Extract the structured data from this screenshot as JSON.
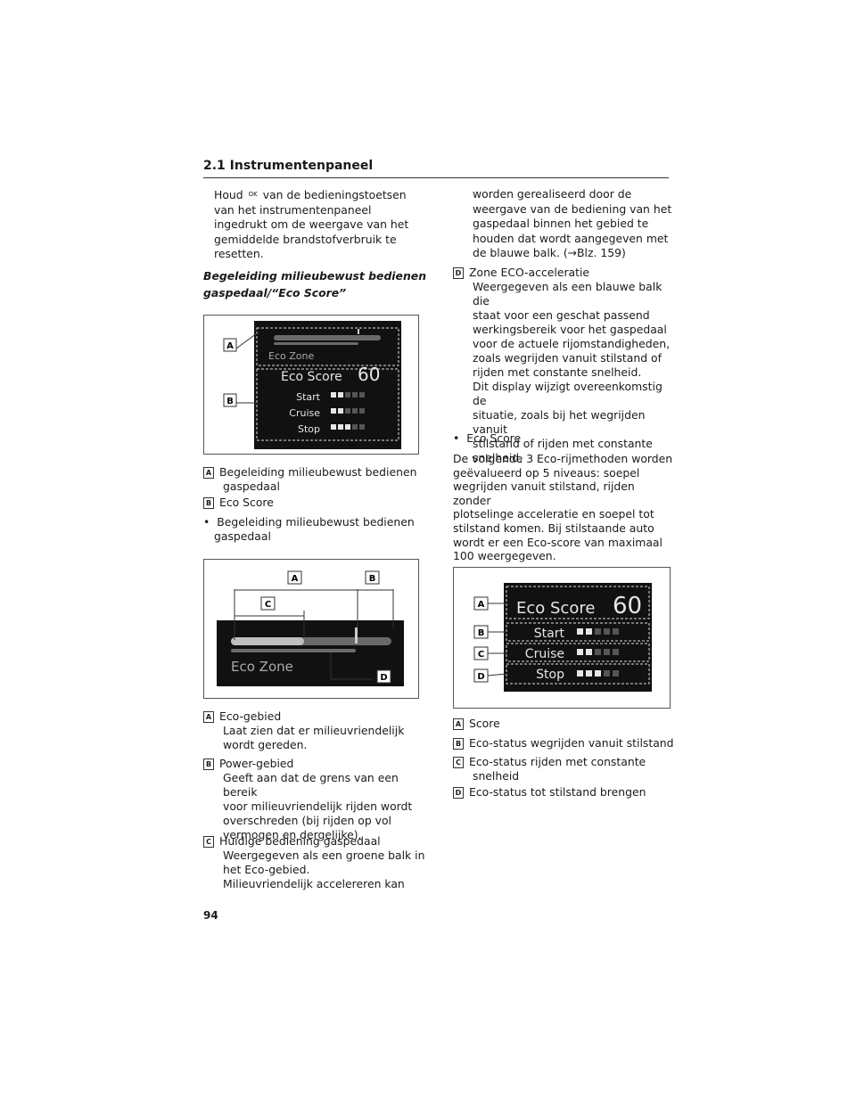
{
  "header": {
    "section_title": "2.1 Instrumentenpaneel"
  },
  "left": {
    "intro_pre": "Houd",
    "ok_label": "OK",
    "intro_lines": [
      "van de bedieningstoetsen",
      "van het instrumentenpaneel",
      "ingedrukt om de weergave van het",
      "gemiddelde brandstofverbruik te",
      "resetten."
    ],
    "heading_lines": [
      "Begeleiding milieubewust bedienen",
      "gaspedaal/“Eco Score”"
    ],
    "figure1": {
      "callouts": [
        "A",
        "B"
      ],
      "eco_zone_label": "Eco Zone",
      "eco_score_label": "Eco Score",
      "eco_score_value": "60",
      "rows": [
        "Start",
        "Cruise",
        "Stop"
      ]
    },
    "legend1": [
      {
        "tag": "A",
        "lines": [
          "Begeleiding milieubewust bedienen",
          "gaspedaal"
        ]
      },
      {
        "tag": "B",
        "lines": [
          "Eco Score"
        ]
      }
    ],
    "bullet1": {
      "marker": "•",
      "lines": [
        "Begeleiding milieubewust bedienen",
        "gaspedaal"
      ]
    },
    "figure2": {
      "callouts": [
        "A",
        "B",
        "C",
        "D"
      ],
      "eco_zone_label": "Eco Zone"
    },
    "legend2": [
      {
        "tag": "A",
        "lines": [
          "Eco-gebied",
          "Laat zien dat er milieuvriendelijk",
          "wordt gereden."
        ]
      },
      {
        "tag": "B",
        "lines": [
          "Power-gebied",
          "Geeft aan dat de grens van een bereik",
          "voor milieuvriendelijk rijden wordt",
          "overschreden (bij rijden op vol",
          "vermogen en dergelijke)."
        ]
      },
      {
        "tag": "C",
        "lines": [
          "Huidige bediening gaspedaal",
          "Weergegeven als een groene balk in",
          "het Eco-gebied.",
          "Milieuvriendelijk accelereren kan"
        ]
      }
    ]
  },
  "right": {
    "continuation_lines": [
      "worden gerealiseerd door de",
      "weergave van de bediening van het",
      "gaspedaal binnen het gebied te",
      "houden dat wordt aangegeven met",
      "de blauwe balk. (→Blz. 159)"
    ],
    "item_d": {
      "tag": "D",
      "lines": [
        "Zone ECO-acceleratie",
        "Weergegeven als een blauwe balk die",
        "staat voor een geschat passend",
        "werkingsbereik voor het gaspedaal",
        "voor de actuele rijomstandigheden,",
        "zoals wegrijden vanuit stilstand of",
        "rijden met constante snelheid.",
        "Dit display wijzigt overeenkomstig de",
        "situatie, zoals bij het wegrijden vanuit",
        "stilstand of rijden met constante",
        "snelheid."
      ]
    },
    "bullet2": {
      "marker": "•",
      "text": "Eco Score"
    },
    "paragraph_lines": [
      "De volgende 3 Eco-rijmethoden worden",
      "geëvalueerd op 5 niveaus: soepel",
      "wegrijden vanuit stilstand, rijden zonder",
      "plotselinge acceleratie en soepel tot",
      "stilstand komen. Bij stilstaande auto",
      "wordt er een Eco-score van maximaal",
      "100 weergegeven."
    ],
    "figure3": {
      "callouts": [
        "A",
        "B",
        "C",
        "D"
      ],
      "eco_score_label": "Eco Score",
      "eco_score_value": "60",
      "rows": [
        "Start",
        "Cruise",
        "Stop"
      ]
    },
    "legend3": [
      {
        "tag": "A",
        "lines": [
          "Score"
        ]
      },
      {
        "tag": "B",
        "lines": [
          "Eco-status wegrijden vanuit stilstand"
        ]
      },
      {
        "tag": "C",
        "lines": [
          "Eco-status rijden met constante",
          "snelheid"
        ]
      },
      {
        "tag": "D",
        "lines": [
          "Eco-status tot stilstand brengen"
        ]
      }
    ]
  },
  "footer": {
    "page_number": "94"
  },
  "colors": {
    "screen_bg": "#111111",
    "bar_light": "#bfbfbf",
    "bar_dark": "#6a6a6a",
    "screen_text": "#e6e6e6"
  },
  "score_levels": {
    "start": 2,
    "cruise": 2,
    "stop": 3,
    "max": 5
  }
}
